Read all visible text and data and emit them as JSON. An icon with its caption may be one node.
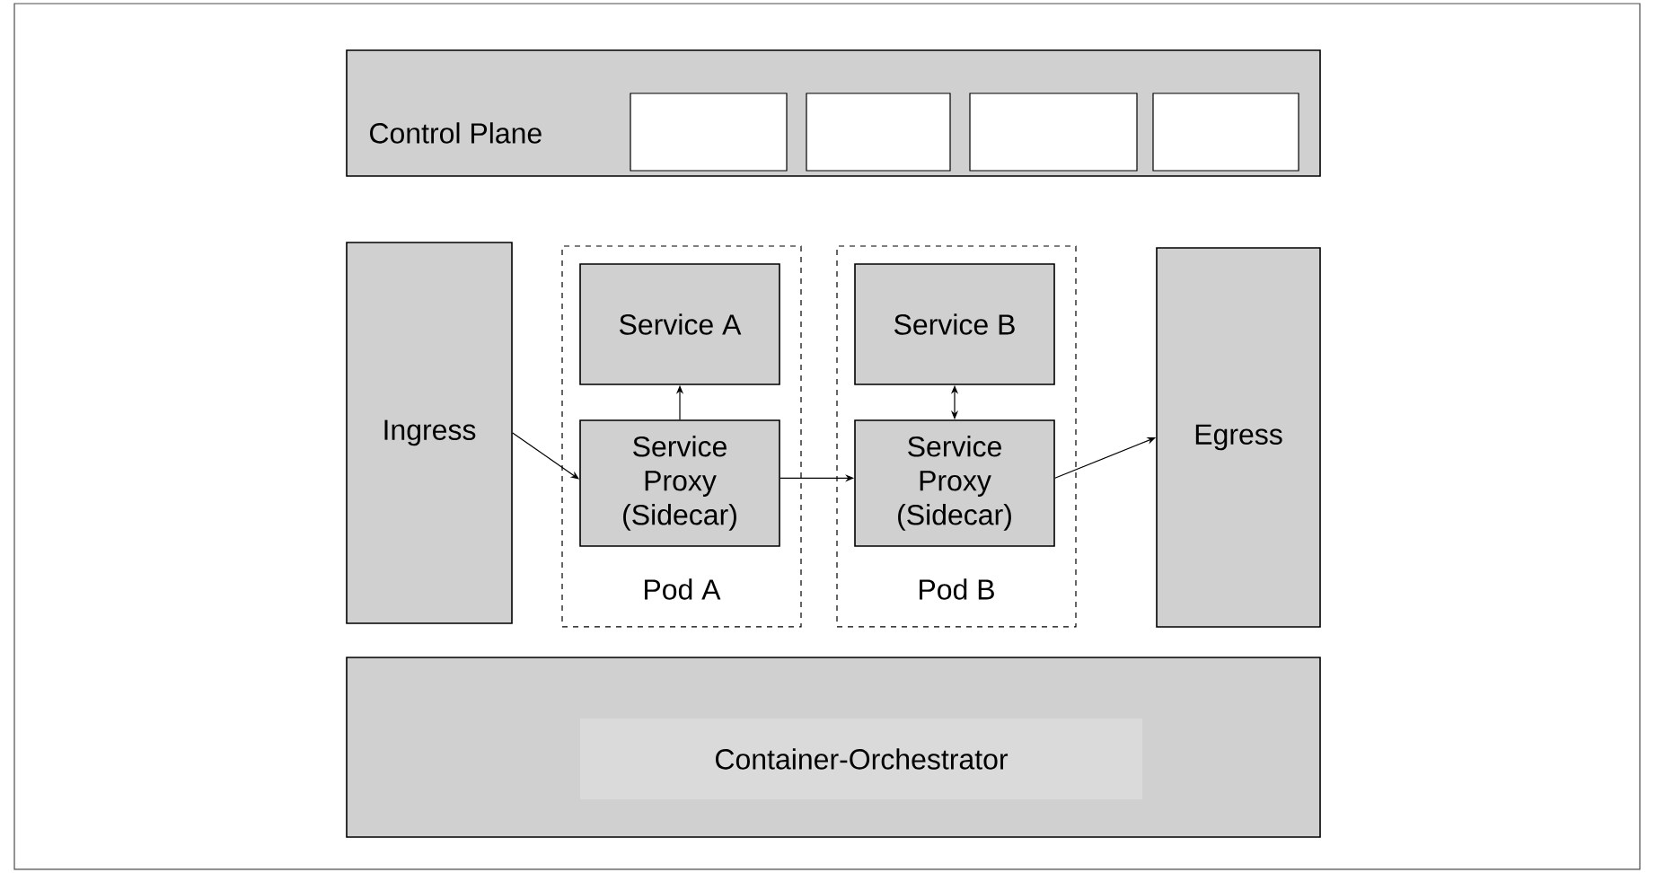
{
  "diagram": {
    "nodes": [
      {
        "text": [
          "Control Plane"
        ]
      },
      {
        "text": [],
        "shape": "box",
        "in": 0
      },
      {
        "text": [],
        "shape": "box",
        "in": 0
      },
      {
        "text": [],
        "shape": "box",
        "in": 0
      },
      {
        "text": [],
        "shape": "box",
        "in": 0
      },
      {
        "text": [
          "Ingress"
        ]
      },
      {
        "text": [
          "Pod A"
        ]
      },
      {
        "text": [
          "Service A"
        ],
        "in": 6
      },
      {
        "text": [
          "Service Proxy (Sidecar)"
        ],
        "in": 6
      },
      {
        "text": [
          "Pod B"
        ]
      },
      {
        "text": [
          "Service B"
        ],
        "in": 9
      },
      {
        "text": [
          "Service Proxy (Sidecar)"
        ],
        "in": 9
      },
      {
        "text": [
          "Egress"
        ]
      },
      {
        "text": [],
        "shape": "box"
      },
      {
        "text": [
          "Container-Orchestrator"
        ],
        "in": 13
      }
    ],
    "edges": [
      {
        "from": 8,
        "to": 7,
        "arrow": "to"
      },
      {
        "from": 10,
        "to": 11,
        "arrow": "both"
      },
      {
        "from": 5,
        "to": 8,
        "arrow": "to"
      },
      {
        "from": 8,
        "to": 11,
        "arrow": "to"
      },
      {
        "from": 11,
        "to": 12,
        "arrow": "to"
      }
    ]
  }
}
